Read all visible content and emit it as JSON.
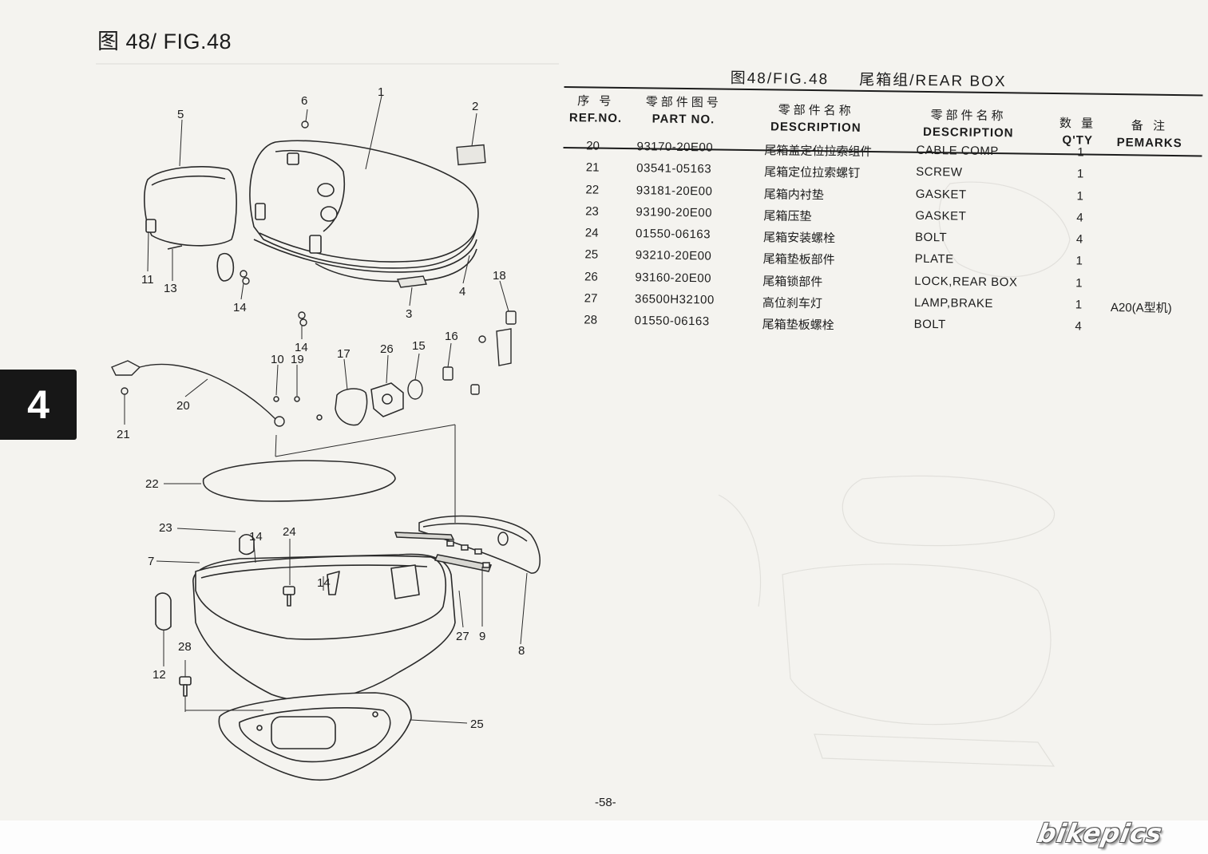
{
  "figure": {
    "title": "图 48/ FIG.48",
    "section": "4"
  },
  "table": {
    "heading": "图48/FIG.48",
    "subheading": "尾箱组/REAR BOX",
    "columns": {
      "ref_cn": "序 号",
      "ref_en": "REF.NO.",
      "part_cn": "零部件图号",
      "part_en": "PART NO.",
      "desc_cn_cn": "零部件名称",
      "desc_cn_en": "DESCRIPTION",
      "desc_en_cn": "零部件名称",
      "desc_en_en": "DESCRIPTION",
      "qty_cn": "数 量",
      "qty_en": "Q'TY",
      "remarks_cn": "备 注",
      "remarks_en": "PEMARKS"
    },
    "rows": [
      {
        "ref": "20",
        "part_no": "93170-20E00",
        "desc_cn": "尾箱盖定位拉索组件",
        "desc_en": "CABLE COMP",
        "qty": "1",
        "remarks": ""
      },
      {
        "ref": "21",
        "part_no": "03541-05163",
        "desc_cn": "尾箱定位拉索螺钉",
        "desc_en": "SCREW",
        "qty": "1",
        "remarks": ""
      },
      {
        "ref": "22",
        "part_no": "93181-20E00",
        "desc_cn": "尾箱内衬垫",
        "desc_en": "GASKET",
        "qty": "1",
        "remarks": ""
      },
      {
        "ref": "23",
        "part_no": "93190-20E00",
        "desc_cn": "尾箱压垫",
        "desc_en": "GASKET",
        "qty": "4",
        "remarks": ""
      },
      {
        "ref": "24",
        "part_no": "01550-06163",
        "desc_cn": "尾箱安装螺栓",
        "desc_en": "BOLT",
        "qty": "4",
        "remarks": ""
      },
      {
        "ref": "25",
        "part_no": "93210-20E00",
        "desc_cn": "尾箱垫板部件",
        "desc_en": "PLATE",
        "qty": "1",
        "remarks": ""
      },
      {
        "ref": "26",
        "part_no": "93160-20E00",
        "desc_cn": "尾箱锁部件",
        "desc_en": "LOCK,REAR BOX",
        "qty": "1",
        "remarks": ""
      },
      {
        "ref": "27",
        "part_no": "36500H32100",
        "desc_cn": "高位刹车灯",
        "desc_en": "LAMP,BRAKE",
        "qty": "1",
        "remarks": "A20(A型机)"
      },
      {
        "ref": "28",
        "part_no": "01550-06163",
        "desc_cn": "尾箱垫板螺栓",
        "desc_en": "BOLT",
        "qty": "4",
        "remarks": ""
      }
    ]
  },
  "callouts": {
    "c1": "1",
    "c2": "2",
    "c3": "3",
    "c4": "4",
    "c5": "5",
    "c6": "6",
    "c7": "7",
    "c8": "8",
    "c9": "9",
    "c10": "10",
    "c11": "11",
    "c12": "12",
    "c13": "13",
    "c14a": "14",
    "c14b": "14",
    "c14c": "14",
    "c14d": "14",
    "c15": "15",
    "c16": "16",
    "c17": "17",
    "c18": "18",
    "c19": "19",
    "c20": "20",
    "c21": "21",
    "c22": "22",
    "c23": "23",
    "c24": "24",
    "c25": "25",
    "c26": "26",
    "c27": "27",
    "c28": "28"
  },
  "footer": {
    "page_number": "-58-",
    "watermark": "bikepics"
  }
}
